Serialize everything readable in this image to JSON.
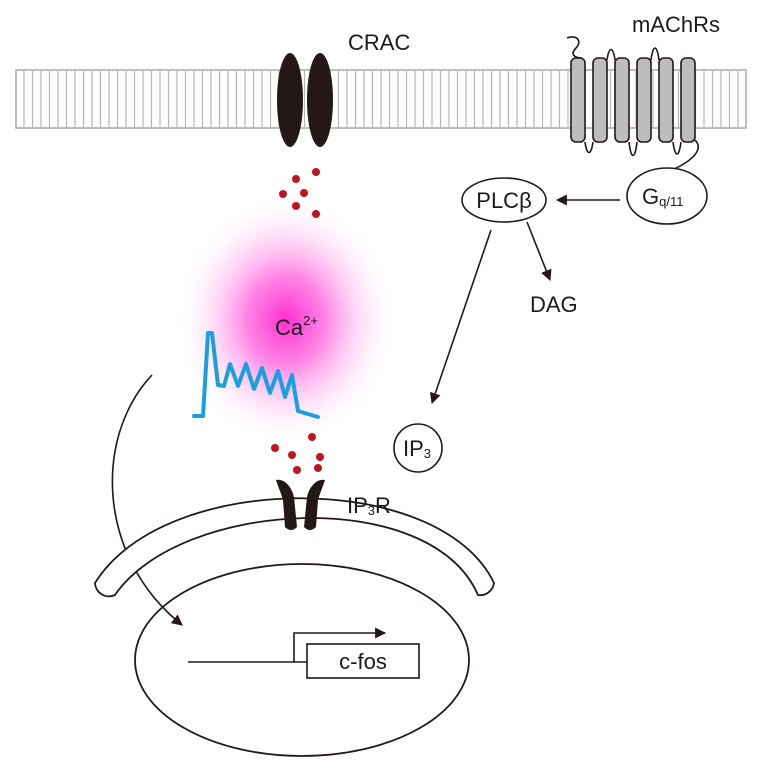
{
  "labels": {
    "crac": "CRAC",
    "machrs": "mAChRs",
    "plc_beta": "PLCβ",
    "gq11_main": "G",
    "gq11_sub": "q/11",
    "dag": "DAG",
    "ca_main": "Ca",
    "ca_sup": "2+",
    "ip3_main": "IP",
    "ip3_sub": "3",
    "ip3r_main": "IP",
    "ip3r_sub": "3",
    "ip3r_tail": "R",
    "cfos": "c-fos"
  },
  "colors": {
    "membrane_stroke": "#a9a9a9",
    "channel": "#231815",
    "receptor_fill": "#bdbdbd",
    "calcium_dot": "#c0141e",
    "calcium_glow": "#ff3fd0",
    "calcium_trace": "#1aa0df",
    "line": "#231815"
  }
}
